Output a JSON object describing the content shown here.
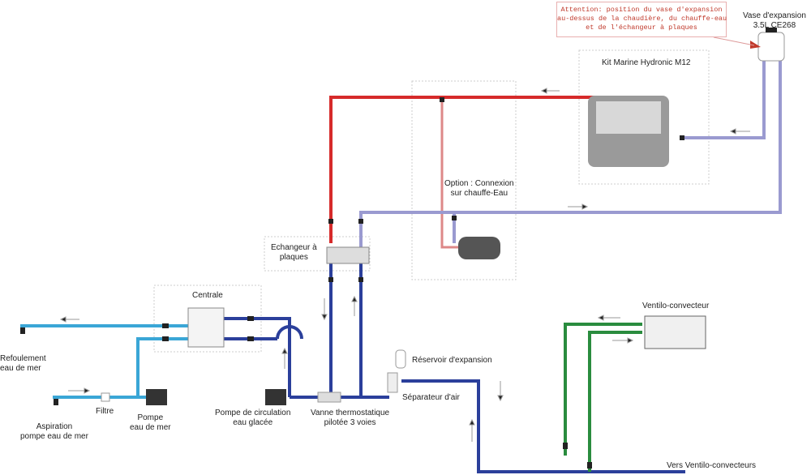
{
  "attention": {
    "lines": [
      "Attention: position du vase d'expansion",
      "au-dessus de la chaudière, du chauffe-eau",
      "et de l'échangeur à plaques"
    ]
  },
  "labels": {
    "vase_line1": "Vase d'expansion",
    "vase_line2": "3.5L CE268",
    "kit": "Kit Marine Hydronic M12",
    "option_line1": "Option : Connexion",
    "option_line2": "sur chauffe-Eau",
    "echangeur_line1": "Echangeur à",
    "echangeur_line2": "plaques",
    "centrale": "Centrale",
    "refoulement_line1": "Refoulement",
    "refoulement_line2": "eau de mer",
    "aspiration_line1": "Aspiration",
    "aspiration_line2": "pompe eau de mer",
    "filtre": "Filtre",
    "pompe_line1": "Pompe",
    "pompe_line2": "eau de mer",
    "pompe_circ_line1": "Pompe de circulation",
    "pompe_circ_line2": "eau glacée",
    "vanne_line1": "Vanne thermostatique",
    "vanne_line2": "pilotée 3 voies",
    "reservoir": "Réservoir d'expansion",
    "separateur": "Séparateur d'air",
    "ventilo": "Ventilo-convecteur",
    "vers_ventilo": "Vers Ventilo-convecteurs"
  },
  "colors": {
    "hot": "#d62a2a",
    "return": "#9a9ad0",
    "chilled": "#2b3f9b",
    "seawater": "#3aa6d6",
    "fancoil": "#2a8c3e",
    "warning": "#c0392b"
  }
}
